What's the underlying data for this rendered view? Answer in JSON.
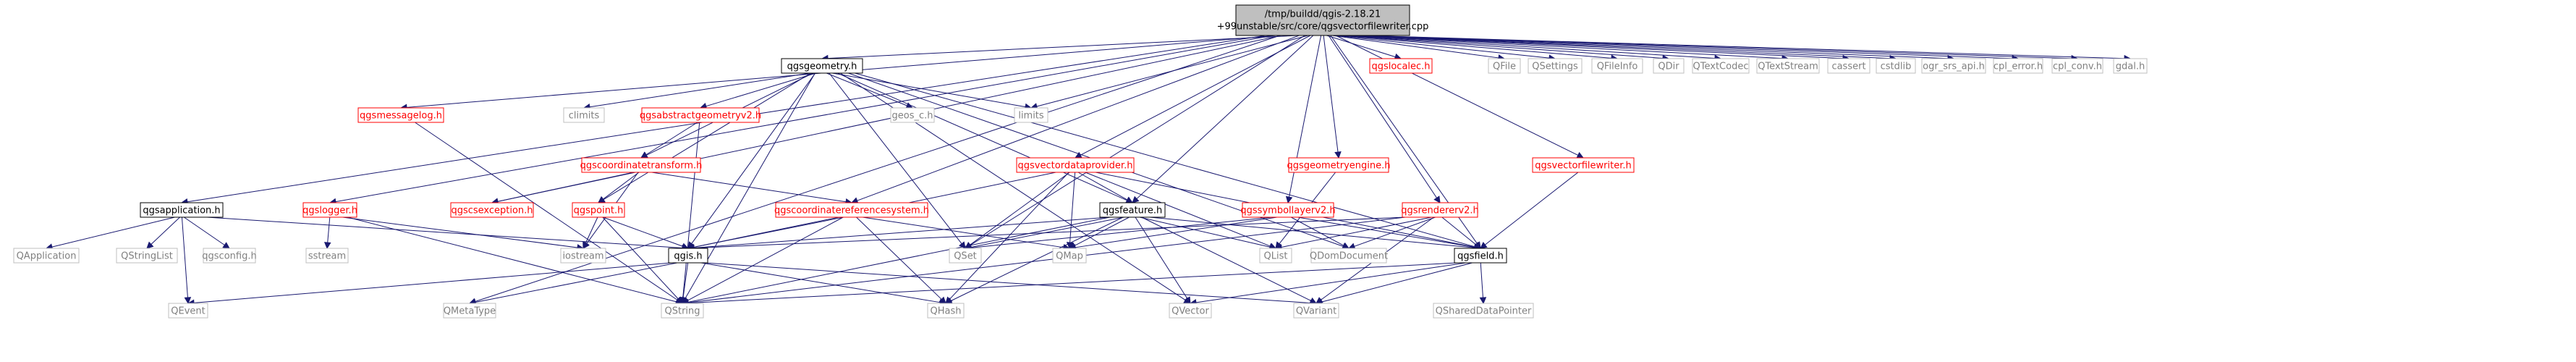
{
  "root": {
    "line1": "/tmp/buildd/qgis-2.18.21",
    "line2": "+99unstable/src/core/qgsvectorfilewriter.cpp"
  },
  "colors": {
    "edge": "#191970",
    "root_fill": "#bfbfbf",
    "root_border": "#000000",
    "linked_border": "#ff0000",
    "linked_text": "#ff0000",
    "plain_border": "#000000",
    "system_border": "#bfbfbf",
    "system_text": "#808080"
  },
  "nodes": {
    "root": "qgsvectorfilewriter.cpp",
    "qgsgeometry": "qgsgeometry.h",
    "qgslocalec": "qgslocalec.h",
    "QFile": "QFile",
    "QSettings": "QSettings",
    "QFileInfo": "QFileInfo",
    "QDir": "QDir",
    "QTextCodec": "QTextCodec",
    "QTextStream": "QTextStream",
    "cassert": "cassert",
    "cstdlib": "cstdlib",
    "ogr_srs_api": "ogr_srs_api.h",
    "cpl_error": "cpl_error.h",
    "cpl_conv": "cpl_conv.h",
    "gdal": "gdal.h",
    "qgsmessagelog": "qgsmessagelog.h",
    "climits": "climits",
    "qgsabstractgeometryv2": "qgsabstractgeometryv2.h",
    "geos_c": "geos_c.h",
    "limits": "limits",
    "qgscoordinatetransform": "qgscoordinatetransform.h",
    "qgsvectordataprovider": "qgsvectordataprovider.h",
    "qgsgeometryengine": "qgsgeometryengine.h",
    "qgsvectorfilewriter": "qgsvectorfilewriter.h",
    "qgsapplication": "qgsapplication.h",
    "qgslogger": "qgslogger.h",
    "qgscsexception": "qgscsexception.h",
    "qgspoint": "qgspoint.h",
    "qgscoordinatereferencesystem": "qgscoordinatereferencesystem.h",
    "qgsfeature": "qgsfeature.h",
    "qgssymbollayerv2": "qgssymbollayerv2.h",
    "qgsrendererv2": "qgsrendererv2.h",
    "QApplication": "QApplication",
    "QStringList": "QStringList",
    "qgsconfig": "qgsconfig.h",
    "sstream": "sstream",
    "iostream": "iostream",
    "qgis": "qgis.h",
    "QSet": "QSet",
    "QMap": "QMap",
    "QList": "QList",
    "QDomDocument": "QDomDocument",
    "qgsfield": "qgsfield.h",
    "QEvent": "QEvent",
    "QMetaType": "QMetaType",
    "QString": "QString",
    "QHash": "QHash",
    "QVector": "QVector",
    "QVariant": "QVariant",
    "QSharedDataPointer": "QSharedDataPointer"
  },
  "edges": [
    [
      "root",
      "qgsgeometry"
    ],
    [
      "root",
      "qgslocalec"
    ],
    [
      "root",
      "QFile"
    ],
    [
      "root",
      "QSettings"
    ],
    [
      "root",
      "QFileInfo"
    ],
    [
      "root",
      "QDir"
    ],
    [
      "root",
      "QTextCodec"
    ],
    [
      "root",
      "QTextStream"
    ],
    [
      "root",
      "cassert"
    ],
    [
      "root",
      "cstdlib"
    ],
    [
      "root",
      "ogr_srs_api"
    ],
    [
      "root",
      "cpl_error"
    ],
    [
      "root",
      "cpl_conv"
    ],
    [
      "root",
      "gdal"
    ],
    [
      "root",
      "qgsmessagelog"
    ],
    [
      "root",
      "limits"
    ],
    [
      "root",
      "qgsvectordataprovider"
    ],
    [
      "root",
      "qgsgeometryengine"
    ],
    [
      "root",
      "qgsvectorfilewriter"
    ],
    [
      "root",
      "qgsapplication"
    ],
    [
      "root",
      "qgslogger"
    ],
    [
      "root",
      "qgscsexception"
    ],
    [
      "root",
      "qgscoordinatereferencesystem"
    ],
    [
      "root",
      "qgsfeature"
    ],
    [
      "root",
      "qgssymbollayerv2"
    ],
    [
      "root",
      "qgsrendererv2"
    ],
    [
      "root",
      "QSet"
    ],
    [
      "root",
      "qgsfield"
    ],
    [
      "root",
      "QMetaType"
    ],
    [
      "qgsgeometry",
      "climits"
    ],
    [
      "qgsgeometry",
      "qgsabstractgeometryv2"
    ],
    [
      "qgsgeometry",
      "geos_c"
    ],
    [
      "qgsgeometry",
      "limits"
    ],
    [
      "qgsgeometry",
      "qgscoordinatetransform"
    ],
    [
      "qgsgeometry",
      "qgspoint"
    ],
    [
      "qgsgeometry",
      "qgsfeature"
    ],
    [
      "qgsgeometry",
      "qgis"
    ],
    [
      "qgsgeometry",
      "QSet"
    ],
    [
      "qgsgeometry",
      "QString"
    ],
    [
      "qgsgeometry",
      "QVector"
    ],
    [
      "qgsgeometry",
      "QDomDocument"
    ],
    [
      "qgsgeometry",
      "qgsfield"
    ],
    [
      "qgsabstractgeometryv2",
      "qgscoordinatetransform"
    ],
    [
      "qgsabstractgeometryv2",
      "QString"
    ],
    [
      "qgscoordinatetransform",
      "qgscsexception"
    ],
    [
      "qgscoordinatetransform",
      "qgspoint"
    ],
    [
      "qgscoordinatetransform",
      "qgscoordinatereferencesystem"
    ],
    [
      "qgscoordinatetransform",
      "iostream"
    ],
    [
      "qgsmessagelog",
      "QString"
    ],
    [
      "qgsapplication",
      "QApplication"
    ],
    [
      "qgsapplication",
      "QStringList"
    ],
    [
      "qgsapplication",
      "qgsconfig"
    ],
    [
      "qgsapplication",
      "qgis"
    ],
    [
      "qgsapplication",
      "QEvent"
    ],
    [
      "qgslogger",
      "sstream"
    ],
    [
      "qgslogger",
      "iostream"
    ],
    [
      "qgslogger",
      "QString"
    ],
    [
      "qgspoint",
      "iostream"
    ],
    [
      "qgspoint",
      "qgis"
    ],
    [
      "qgspoint",
      "QString"
    ],
    [
      "qgscoordinatereferencesystem",
      "qgis"
    ],
    [
      "qgscoordinatereferencesystem",
      "QMap"
    ],
    [
      "qgscoordinatereferencesystem",
      "QString"
    ],
    [
      "qgscoordinatereferencesystem",
      "QHash"
    ],
    [
      "qgsvectordataprovider",
      "qgsfeature"
    ],
    [
      "qgsvectordataprovider",
      "qgis"
    ],
    [
      "qgsvectordataprovider",
      "QSet"
    ],
    [
      "qgsvectordataprovider",
      "QMap"
    ],
    [
      "qgsvectordataprovider",
      "QList"
    ],
    [
      "qgsvectordataprovider",
      "QHash"
    ],
    [
      "qgsvectordataprovider",
      "qgsfield"
    ],
    [
      "qgsfeature",
      "qgis"
    ],
    [
      "qgsfeature",
      "QSet"
    ],
    [
      "qgsfeature",
      "QMap"
    ],
    [
      "qgsfeature",
      "QList"
    ],
    [
      "qgsfeature",
      "QString"
    ],
    [
      "qgsfeature",
      "QVariant"
    ],
    [
      "qgsfeature",
      "QVector"
    ],
    [
      "qgsfeature",
      "QHash"
    ],
    [
      "qgsfeature",
      "qgsfield"
    ],
    [
      "qgsgeometryengine",
      "QList"
    ],
    [
      "qgssymbollayerv2",
      "QMap"
    ],
    [
      "qgssymbollayerv2",
      "QDomDocument"
    ],
    [
      "qgssymbollayerv2",
      "qgsfield"
    ],
    [
      "qgssymbollayerv2",
      "QSet"
    ],
    [
      "qgsrendererv2",
      "qgis"
    ],
    [
      "qgsrendererv2",
      "QList"
    ],
    [
      "qgsrendererv2",
      "QDomDocument"
    ],
    [
      "qgsrendererv2",
      "qgsfield"
    ],
    [
      "qgsrendererv2",
      "QString"
    ],
    [
      "qgsrendererv2",
      "QVariant"
    ],
    [
      "qgsvectorfilewriter",
      "qgsfield"
    ],
    [
      "qgis",
      "QEvent"
    ],
    [
      "qgis",
      "QMetaType"
    ],
    [
      "qgis",
      "QString"
    ],
    [
      "qgis",
      "QHash"
    ],
    [
      "qgis",
      "QVariant"
    ],
    [
      "qgsfield",
      "QString"
    ],
    [
      "qgsfield",
      "QVariant"
    ],
    [
      "qgsfield",
      "QVector"
    ],
    [
      "qgsfield",
      "QSharedDataPointer"
    ]
  ]
}
